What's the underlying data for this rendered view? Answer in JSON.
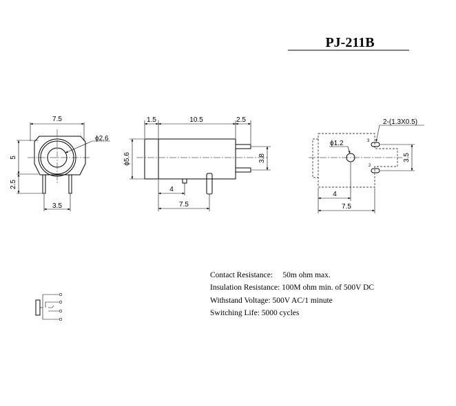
{
  "title": "PJ-211B",
  "front_view": {
    "width": "7.5",
    "height": "5",
    "hole_dia": "ϕ2.6",
    "pin_height": "2.5",
    "pin_spacing": "3.5"
  },
  "side_view": {
    "flange": "1.5",
    "body_length": "10.5",
    "terminal_length": "2.5",
    "body_dia": "ϕ5.6",
    "terminal_span": "3.8",
    "pin_offset": "4",
    "pin_span": "7.5"
  },
  "footprint": {
    "hole_spec": "2-(1.3X0.5)",
    "post_dia": "ϕ1.2",
    "slot_spacing": "3.5",
    "post_offset": "4",
    "width": "7.5",
    "slot_top_label": "3",
    "slot_bottom_label": "2"
  },
  "specs": {
    "contact_resistance": "Contact Resistance:     50m ohm max.",
    "insulation_resistance": "Insulation Resistance: 100M ohm min. of 500V DC",
    "withstand_voltage": "Withstand Voltage: 500V AC/1 minute",
    "switching_life": "Switching Life: 5000 cycles"
  }
}
